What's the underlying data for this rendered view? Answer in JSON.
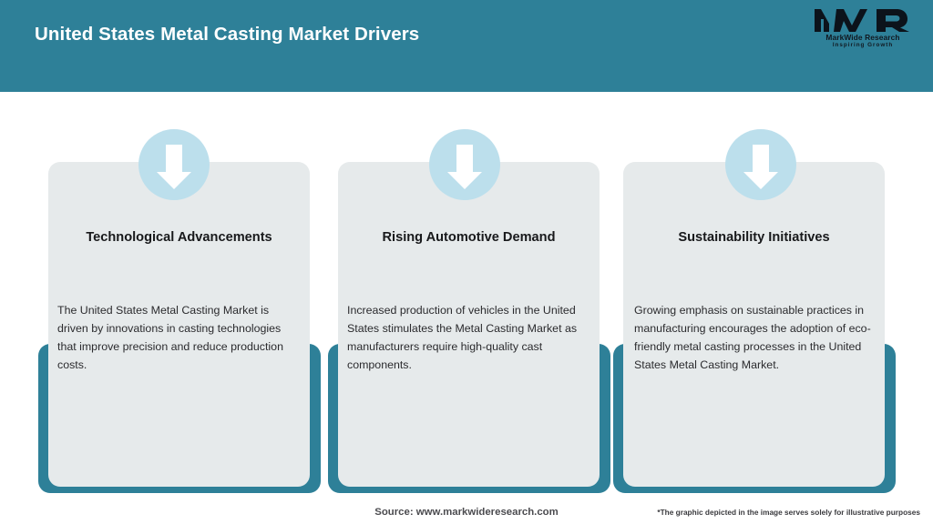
{
  "header": {
    "title": "United States Metal Casting Market Drivers",
    "background_color": "#2e8098"
  },
  "logo": {
    "mark": "MWR",
    "name": "MarkWide Research",
    "tagline": "Inspiring Growth"
  },
  "cards": [
    {
      "icon": "down-arrow-icon",
      "title": "Technological Advancements",
      "body": "The United States Metal Casting Market is driven by innovations in casting technologies that improve precision and reduce production costs."
    },
    {
      "icon": "down-arrow-icon",
      "title": "Rising Automotive Demand",
      "body": "Increased production of vehicles in the United States stimulates the Metal Casting Market as manufacturers require high-quality cast components."
    },
    {
      "icon": "down-arrow-icon",
      "title": "Sustainability Initiatives",
      "body": "Growing emphasis on sustainable practices in manufacturing encourages the adoption of eco-friendly metal casting processes in the United States Metal Casting Market."
    }
  ],
  "footer": {
    "source": "Source: www.markwideresearch.com",
    "disclaimer": "*The graphic depicted in the image serves solely for illustrative purposes"
  },
  "colors": {
    "accent_teal": "#2e8098",
    "card_grey": "#e6eaeb",
    "icon_blue": "#bcdfec",
    "page_background": "#ffffff"
  }
}
